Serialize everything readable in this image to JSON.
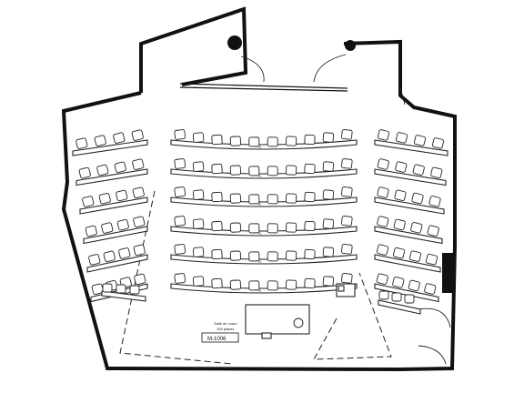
{
  "room": {
    "caption_line1": "Salle de cours",
    "caption_line2": "100 places",
    "number": "M-1006"
  },
  "row_label": "A"
}
